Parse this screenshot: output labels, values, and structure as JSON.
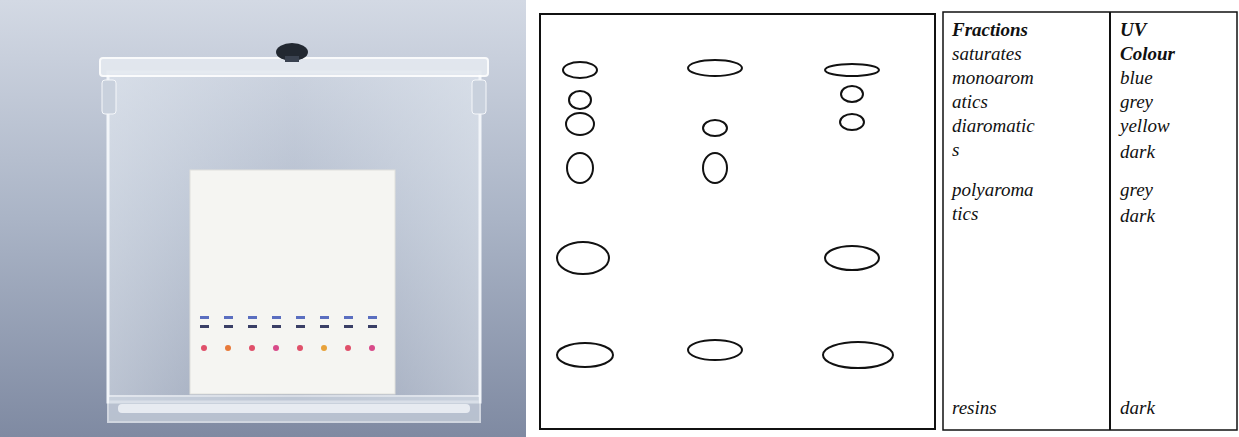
{
  "diagram": {
    "labels": [
      "Fractions",
      "UV Colour",
      "saturates",
      "blue",
      "monoarom atics",
      "grey",
      "yellow",
      "diaromatic s",
      "dark",
      "polyaroma tics",
      "grey",
      "dark",
      "resins",
      "dark"
    ]
  }
}
